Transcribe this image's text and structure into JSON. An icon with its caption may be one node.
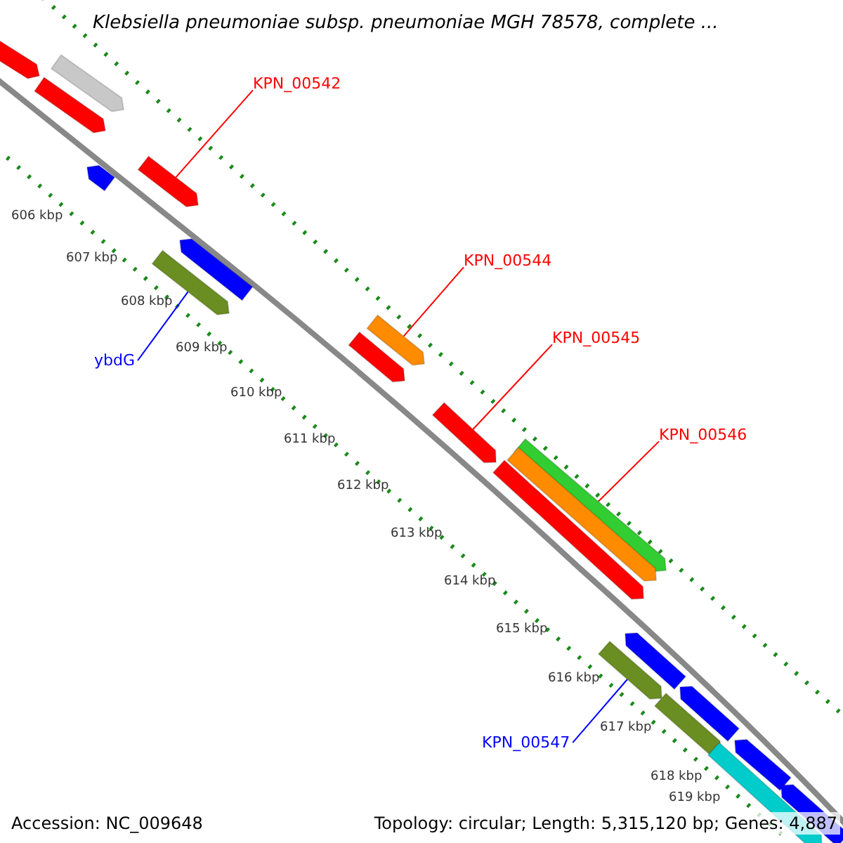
{
  "diagram": {
    "title": "Klebsiella pneumoniae subsp. pneumoniae MGH 78578, complete ...",
    "nodes": [
      {
        "text": [
          "KPN_00542"
        ]
      },
      {
        "text": [
          "KPN_00544"
        ]
      },
      {
        "text": [
          "KPN_00545"
        ]
      },
      {
        "text": [
          "KPN_00546"
        ]
      },
      {
        "text": [
          "ybdG"
        ]
      },
      {
        "text": [
          "KPN_00547"
        ]
      },
      {
        "text": [],
        "shape": "bar"
      },
      {
        "text": [],
        "shape": "bar"
      },
      {
        "text": [],
        "shape": "bar"
      },
      {
        "text": [],
        "shape": "bar"
      },
      {
        "text": [],
        "shape": "bar"
      },
      {
        "text": [],
        "shape": "bar"
      },
      {
        "text": [],
        "shape": "bar"
      },
      {
        "text": [],
        "shape": "bar"
      },
      {
        "text": [],
        "shape": "bar"
      },
      {
        "text": [],
        "shape": "bar"
      },
      {
        "text": [],
        "shape": "bar"
      },
      {
        "text": [],
        "shape": "bar"
      },
      {
        "text": [],
        "shape": "bar"
      },
      {
        "text": [],
        "shape": "bar"
      },
      {
        "text": [],
        "shape": "bar"
      },
      {
        "text": [],
        "shape": "bar"
      },
      {
        "text": [],
        "shape": "bar"
      },
      {
        "text": [],
        "shape": "bar"
      },
      {
        "text": [],
        "shape": "bar"
      },
      {
        "text": [],
        "shape": "bar"
      }
    ],
    "edges": [
      {
        "from": 0,
        "to": 10,
        "arrow": "none"
      },
      {
        "from": 1,
        "to": 13,
        "arrow": "none"
      },
      {
        "from": 2,
        "to": 15,
        "arrow": "none"
      },
      {
        "from": 3,
        "to": 16,
        "arrow": "none"
      },
      {
        "from": 4,
        "to": 12,
        "arrow": "none",
        "color": "#0000ff"
      },
      {
        "from": 5,
        "to": 20,
        "arrow": "none",
        "color": "#0000ff"
      }
    ],
    "labels": [
      "606 kbp",
      "607 kbp",
      "608 kbp",
      "609 kbp",
      "610 kbp",
      "611 kbp",
      "612 kbp",
      "613 kbp",
      "614 kbp",
      "615 kbp",
      "616 kbp",
      "617 kbp",
      "618 kbp",
      "619 kbp",
      "Accession: NC_009648",
      "Topology: circular; Length: 5,315,120 bp; Genes: 4,887"
    ]
  }
}
